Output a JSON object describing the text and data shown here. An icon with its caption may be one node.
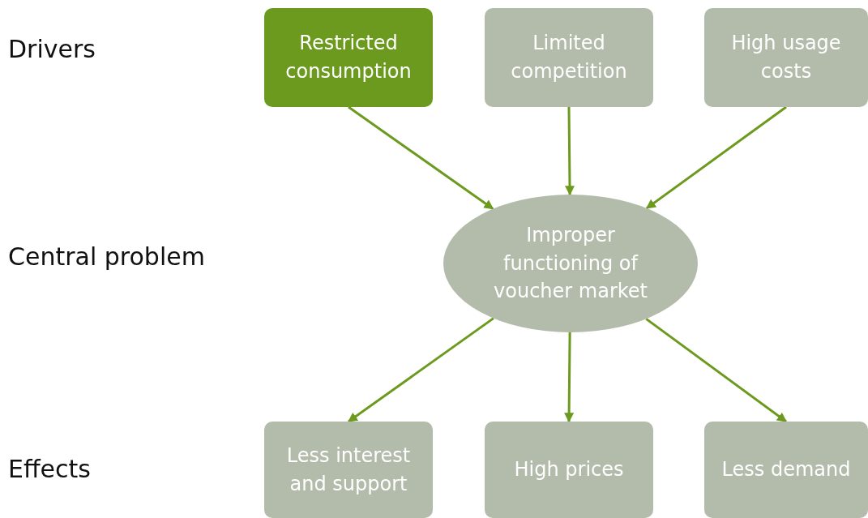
{
  "diagram": {
    "nodes": [
      {
        "text": [
          "Restricted consumption"
        ]
      },
      {
        "text": [
          "Limited competition"
        ]
      },
      {
        "text": [
          "High usage costs"
        ]
      },
      {
        "text": [
          "Improper functioning of voucher market"
        ]
      },
      {
        "text": [
          "Less interest and support"
        ]
      },
      {
        "text": [
          "High prices"
        ]
      },
      {
        "text": [
          "Less demand"
        ]
      }
    ],
    "edges": [
      {
        "from": 0,
        "to": 3,
        "arrow": "to"
      },
      {
        "from": 1,
        "to": 3,
        "arrow": "to"
      },
      {
        "from": 2,
        "to": 3,
        "arrow": "to"
      },
      {
        "from": 3,
        "to": 4,
        "arrow": "to"
      },
      {
        "from": 3,
        "to": 5,
        "arrow": "to"
      },
      {
        "from": 3,
        "to": 6,
        "arrow": "to"
      }
    ],
    "labels": [
      "Drivers",
      "Central problem",
      "Effects"
    ]
  }
}
